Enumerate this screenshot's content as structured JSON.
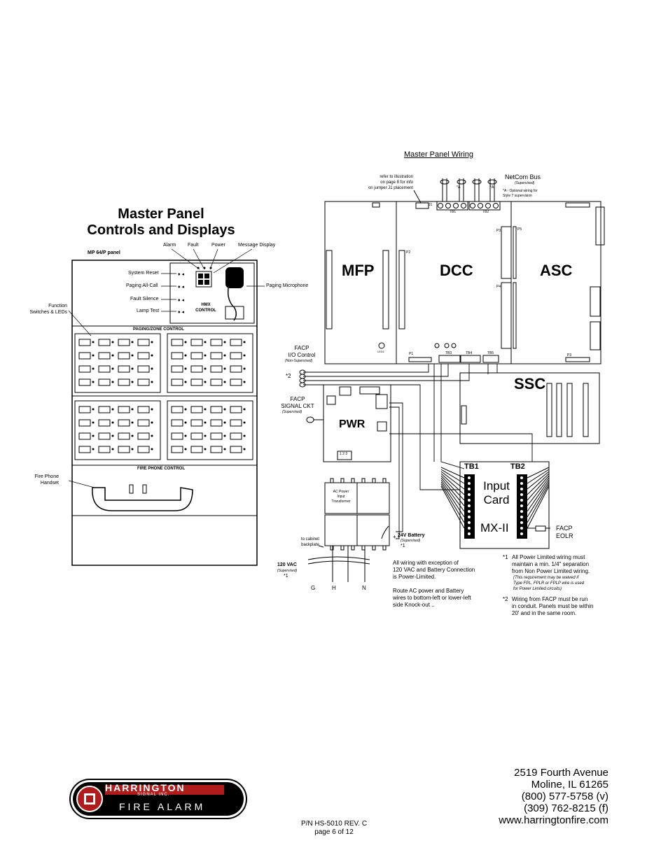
{
  "left": {
    "title_line1": "Master Panel",
    "title_line2": "Controls and Displays",
    "panel_name": "MP 64/P panel",
    "top_labels": {
      "alarm": "Alarm",
      "fault": "Fault",
      "power": "Power",
      "message_display": "Message Display"
    },
    "switches": [
      "System Reset",
      "Paging All-Call",
      "Fault Silence",
      "Lamp Test"
    ],
    "hmx_control": [
      "HMX",
      "CONTROL"
    ],
    "paging_microphone": "Paging Microphone",
    "function_switches": [
      "Function",
      "Switches & LEDs"
    ],
    "paging_zone_control": "PAGING/ZONE CONTROL",
    "fire_phone_control": "FIRE PHONE CONTROL",
    "fire_phone_handset": [
      "Fire Phone",
      "Handset"
    ]
  },
  "wiring": {
    "title": "Master Panel Wiring",
    "jumper_note": [
      "refer to illustration",
      "on page 8 for info",
      "on jumper J1 placement"
    ],
    "netcom_bus": "NetCom Bus",
    "netcom_sub": "(Supervised)",
    "optional_note": [
      "*A - Optional wiring for",
      "Style 7 supervision"
    ],
    "star_a": "*A",
    "boards": {
      "mfp": "MFP",
      "dcc": "DCC",
      "asc": "ASC",
      "ssc": "SSC",
      "pwr": "PWR"
    },
    "connectors": {
      "tb1": "TB1",
      "tb2": "TB2",
      "tb3": "TB3",
      "tb4": "TB4",
      "tb5": "TB5",
      "p1": "P1",
      "p2": "P2",
      "p3": "P3",
      "p4": "P4",
      "p5": "P5",
      "j1": "J1",
      "led1": "LED1"
    },
    "facp_io": [
      "FACP",
      "I/O Control"
    ],
    "facp_io_sub": "(Non-Supervised)",
    "star2": "*2",
    "facp_signal": [
      "FACP",
      "SIGNAL CKT"
    ],
    "facp_signal_sub": "(Supervised)",
    "input_card": [
      "Input",
      "Card"
    ],
    "mx2": "MX-II",
    "facp_eolr": [
      "FACP",
      "EOLR"
    ],
    "ac_transformer": [
      "AC Power",
      "Input",
      "Transformer"
    ],
    "to_cabinet": [
      "to cabinet",
      "backplate"
    ],
    "vac": "120 VAC",
    "vac_sub": "(Supervised)",
    "star1": "*1",
    "battery": "24V Battery",
    "battery_sub": "(Supervised)",
    "ghn": [
      "G",
      "H",
      "N"
    ],
    "wiring_note1": [
      "All wiring with exception of",
      "120 VAC and Battery Connection",
      "is Power-Limited."
    ],
    "wiring_note2": [
      "Route AC power and Battery",
      "wires to bottom-left or lower-left",
      "side Knock-out .."
    ],
    "note1_mark": "*1",
    "note1": [
      "All Power Limited wiring must",
      "maintain a min. 1/4\" separation",
      "from Non Power Limited wiring."
    ],
    "note1_italic": [
      "(This requirement may be waived if",
      "Type FPL, FPLR or FPLP wire is used",
      "for Power Limited circuits)"
    ],
    "note2_mark": "*2",
    "note2": [
      "Wiring from FACP must be run",
      "in conduit. Panels must be within",
      "20' and in the same room."
    ],
    "pwr_terminals": "1 2 3"
  },
  "footer": {
    "logo_name": "HARRINGTON",
    "logo_sub": "SIGNAL INC.",
    "logo_tag": "FIRE ALARM",
    "pn": "P/N HS-5010  REV. C",
    "page": "page 6 of 12",
    "address": [
      "2519 Fourth Avenue",
      "Moline, IL 61265",
      "(800) 577-5758 (v)",
      "(309) 762-8215 (f)",
      "www.harringtonfire.com"
    ]
  }
}
